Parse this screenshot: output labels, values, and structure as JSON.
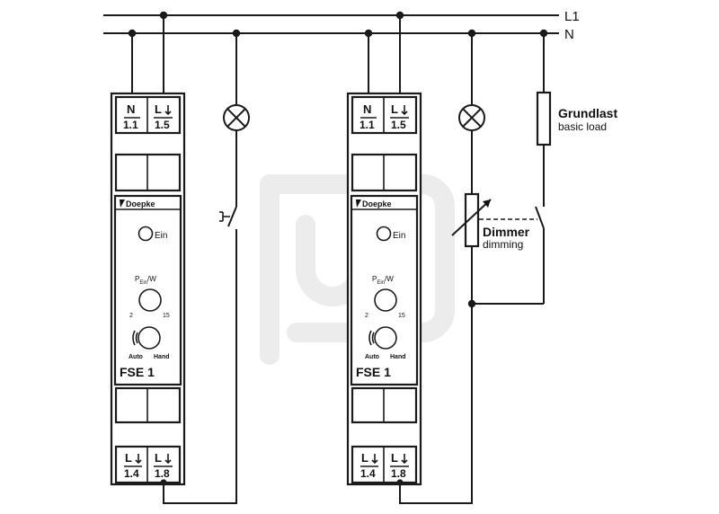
{
  "rails": {
    "l1": "L1",
    "n": "N"
  },
  "device": {
    "brand": "Doepke",
    "model": "FSE 1",
    "top_terminals": [
      {
        "top": "N",
        "bottom": "1.1"
      },
      {
        "top": "L",
        "bottom": "1.5"
      }
    ],
    "bottom_terminals": [
      {
        "top": "L",
        "bottom": "1.4"
      },
      {
        "top": "L",
        "bottom": "1.8"
      }
    ],
    "ein_label": "Ein",
    "power_label_p": "P",
    "power_label_sub": "Ein",
    "power_label_unit": "/W",
    "scale_min": "2",
    "scale_max": "15",
    "auto_label": "Auto",
    "hand_label": "Hand"
  },
  "labels": {
    "grundlast": "Grundlast",
    "basic_load": "basic load",
    "dimmer": "Dimmer",
    "dimming": "dimming"
  }
}
